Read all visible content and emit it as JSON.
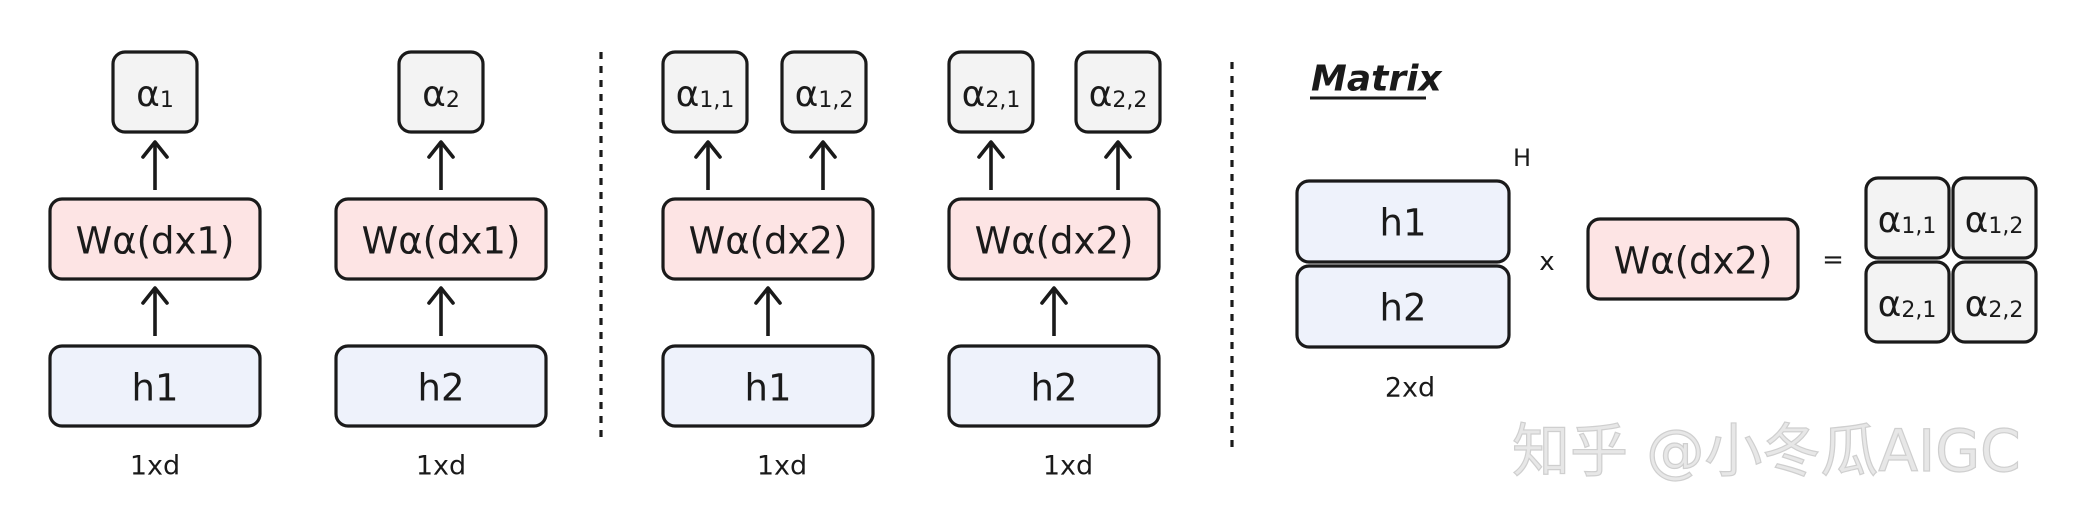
{
  "matrix_title": "Matrix",
  "watermark": "知乎 @小冬瓜AIGC",
  "panel1": {
    "col1": {
      "h": "h1",
      "w": "Wα(dx1)",
      "alpha": "α",
      "alpha_sub": "1",
      "dim": "1xd"
    },
    "col2": {
      "h": "h2",
      "w": "Wα(dx1)",
      "alpha": "α",
      "alpha_sub": "2",
      "dim": "1xd"
    }
  },
  "panel2": {
    "col1": {
      "h": "h1",
      "w": "Wα(dx2)",
      "alpha_a": "α",
      "alpha_a_sub": "1,1",
      "alpha_b": "α",
      "alpha_b_sub": "1,2",
      "dim": "1xd"
    },
    "col2": {
      "h": "h2",
      "w": "Wα(dx2)",
      "alpha_a": "α",
      "alpha_a_sub": "2,1",
      "alpha_b": "α",
      "alpha_b_sub": "2,2",
      "dim": "1xd"
    }
  },
  "panel3": {
    "H_label": "H",
    "h_top": "h1",
    "h_bottom": "h2",
    "h_dim": "2xd",
    "times": "x",
    "w": "Wα(dx2)",
    "equals": "=",
    "result": [
      {
        "symbol": "α",
        "sub": "1,1"
      },
      {
        "symbol": "α",
        "sub": "1,2"
      },
      {
        "symbol": "α",
        "sub": "2,1"
      },
      {
        "symbol": "α",
        "sub": "2,2"
      }
    ]
  }
}
